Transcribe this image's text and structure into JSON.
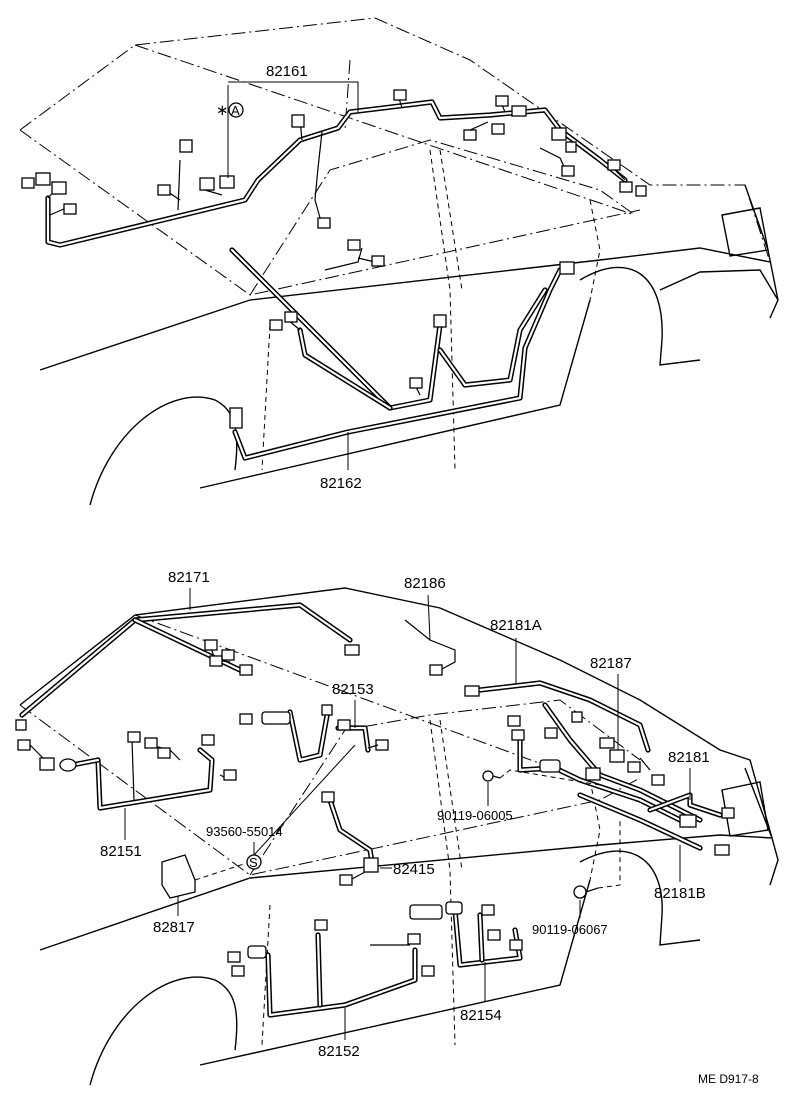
{
  "upper_view": {
    "parts": {
      "p82161": "82161",
      "p82162": "82162"
    },
    "marker_star": "∗",
    "marker_letter": "A"
  },
  "lower_view": {
    "parts": {
      "p82171": "82171",
      "p82186": "82186",
      "p82181A": "82181A",
      "p82187": "82187",
      "p82153": "82153",
      "p82181": "82181",
      "p90119_06005": "90119-06005",
      "p93560_55014": "93560-55014",
      "p82151": "82151",
      "p82415": "82415",
      "p82181B": "82181B",
      "p82817": "82817",
      "p90119_06067": "90119-06067",
      "p82154": "82154",
      "p82152": "82152"
    },
    "marker_letter": "S"
  },
  "reference_code": "ME D917-8"
}
